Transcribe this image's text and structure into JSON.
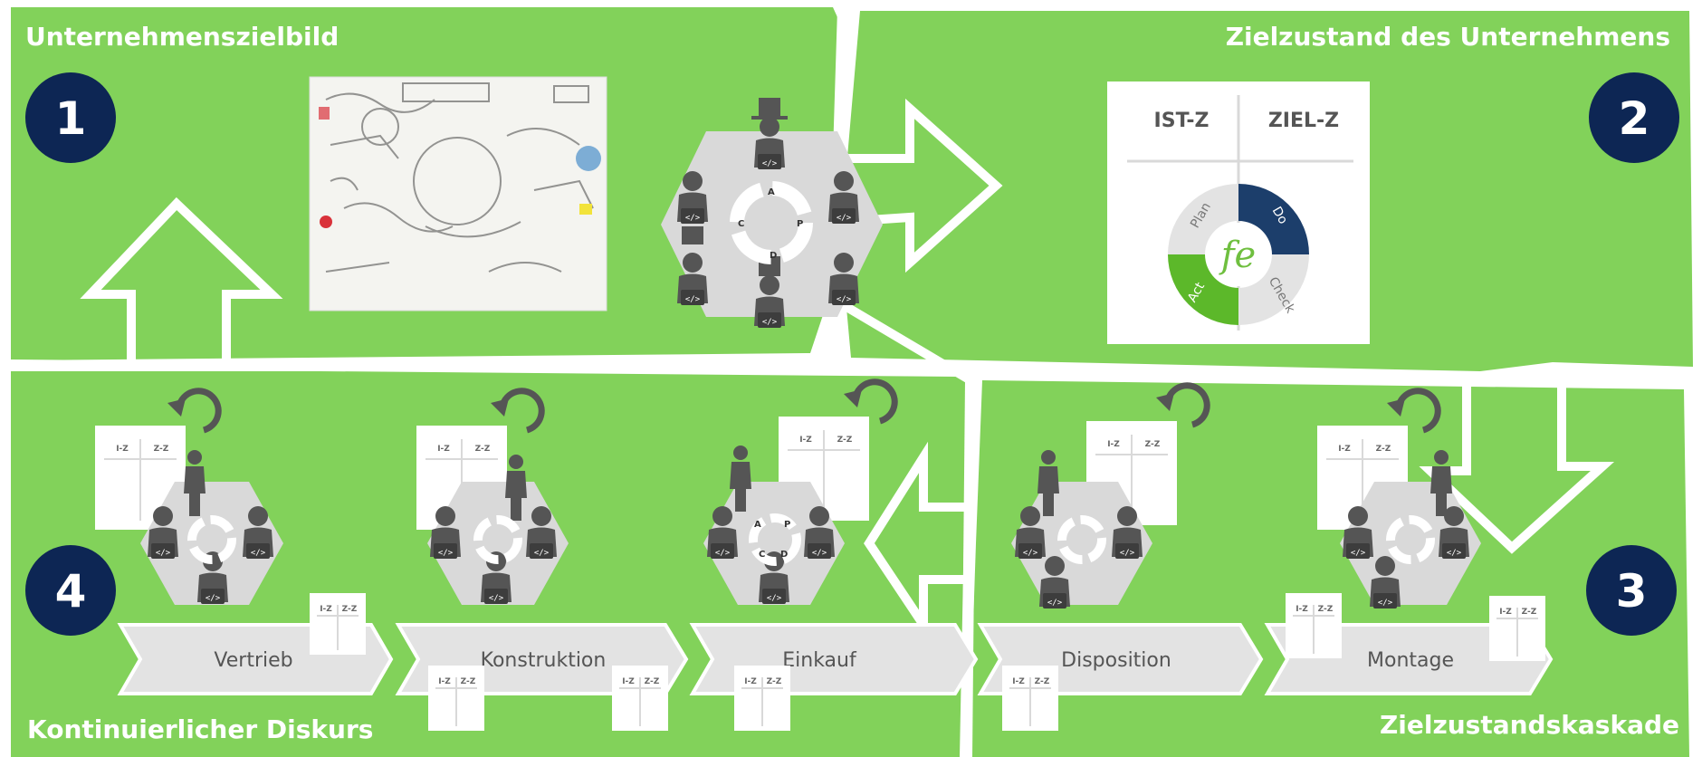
{
  "quadrants": {
    "top_left_title": "Unternehmenszielbild",
    "top_right_title": "Zielzustand des Unternehmens",
    "bottom_right_title": "Zielzustandskaskade",
    "bottom_left_title": "Kontinuierlicher Diskurs"
  },
  "numbers": {
    "n1": "1",
    "n2": "2",
    "n3": "3",
    "n4": "4"
  },
  "target_state_doc": {
    "ist": "IST-Z",
    "ziel": "ZIEL-Z",
    "plan": "Plan",
    "do": "Do",
    "check": "Check",
    "act": "Act",
    "logo": "fe"
  },
  "pdca_letters": {
    "a": "A",
    "p": "P",
    "d": "D",
    "c": "C"
  },
  "mini_doc": {
    "ist": "I-Z",
    "ziel": "Z-Z"
  },
  "steps": [
    "Vertrieb",
    "Konstruktion",
    "Einkauf",
    "Disposition",
    "Montage"
  ],
  "colors": {
    "green": "#82d25a",
    "navy": "#0d2654",
    "grey": "#d9d9d9",
    "dark": "#555555",
    "do_blue": "#1c3e6b",
    "act_green": "#5cb82a"
  }
}
